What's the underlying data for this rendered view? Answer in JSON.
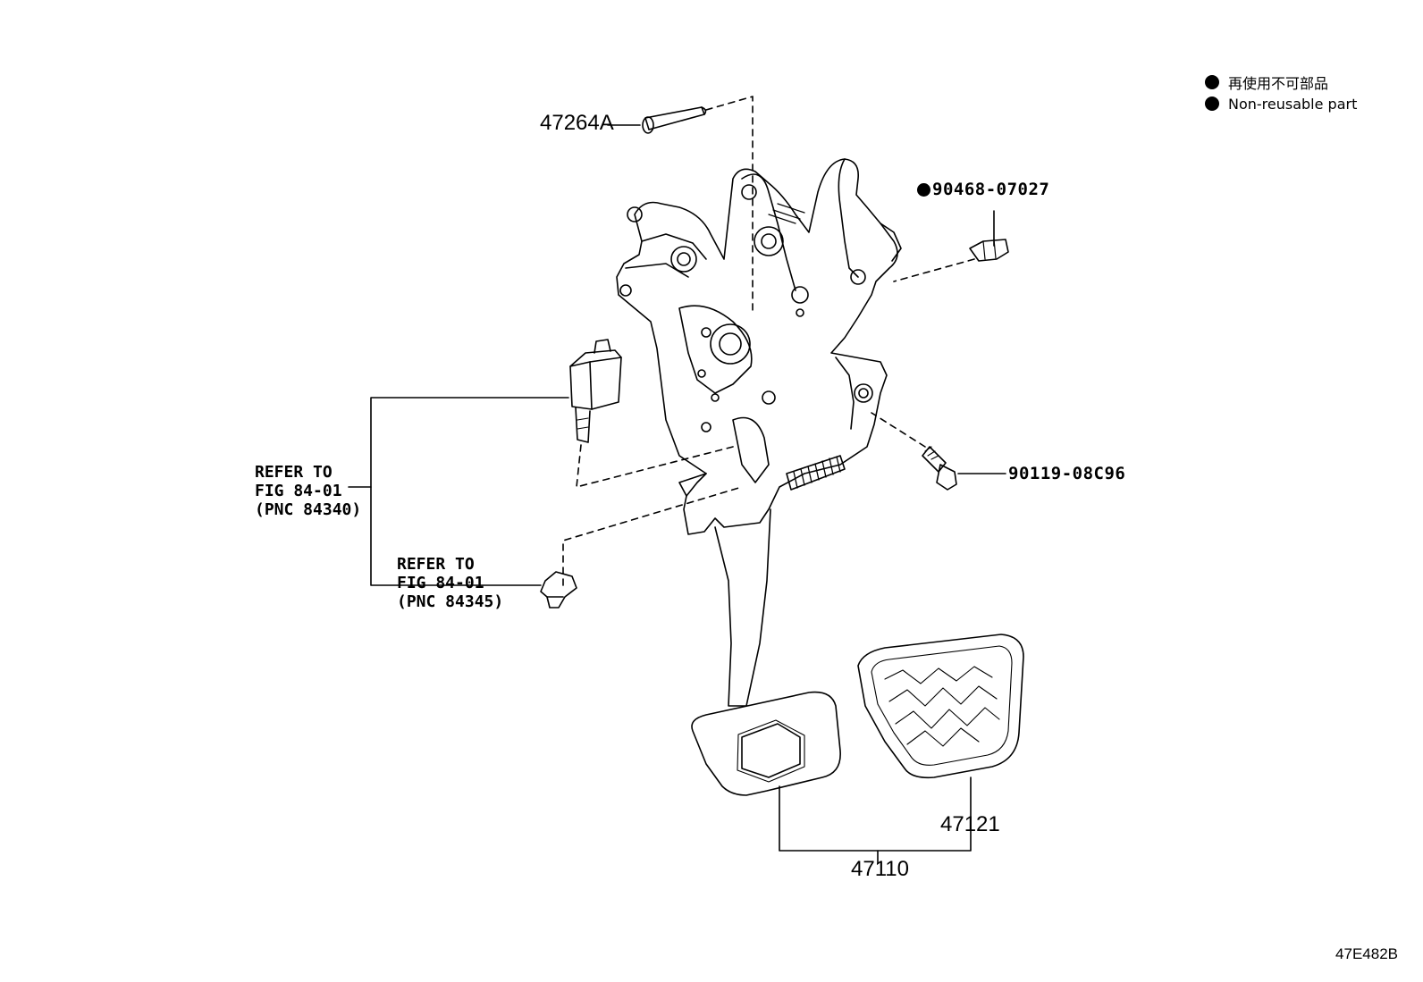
{
  "legend": {
    "items": [
      {
        "text_ja": "再使用不可部品"
      },
      {
        "text_en": "Non-reusable part"
      }
    ]
  },
  "callouts": {
    "pin": "47264A",
    "clip": "90468-07027",
    "bolt": "90119-08C96",
    "pad": "47121",
    "pedal_assy": "47110"
  },
  "refer_switch": {
    "line1": "REFER TO",
    "line2": "FIG 84-01",
    "line3": "(PNC 84340)"
  },
  "refer_cushion": {
    "line1": "REFER TO",
    "line2": "FIG 84-01",
    "line3": "(PNC 84345)"
  },
  "figure_id": "47E482B"
}
